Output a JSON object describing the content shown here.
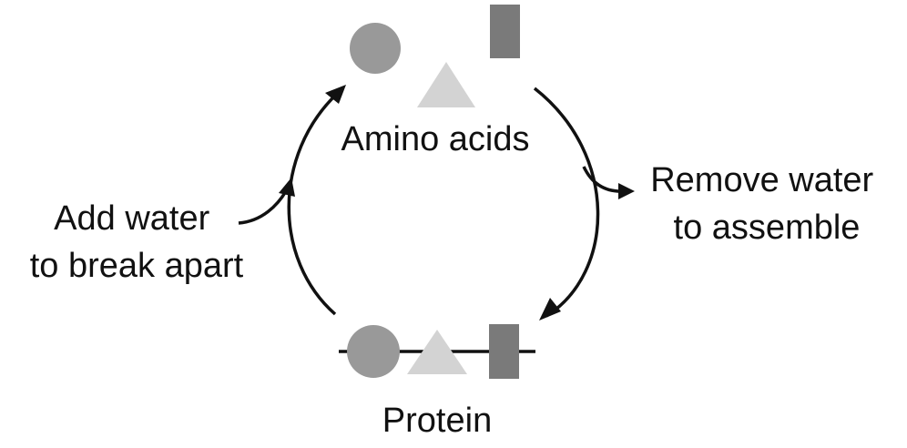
{
  "labels": {
    "amino_acids": "Amino acids",
    "protein": "Protein",
    "remove_water_line1": "Remove water",
    "remove_water_line2": "to assemble",
    "add_water_line1": "Add water",
    "add_water_line2": "to break apart"
  },
  "colors": {
    "circle": "#999999",
    "triangle": "#d3d3d3",
    "rectangle": "#7a7a7a",
    "line": "#111111"
  }
}
